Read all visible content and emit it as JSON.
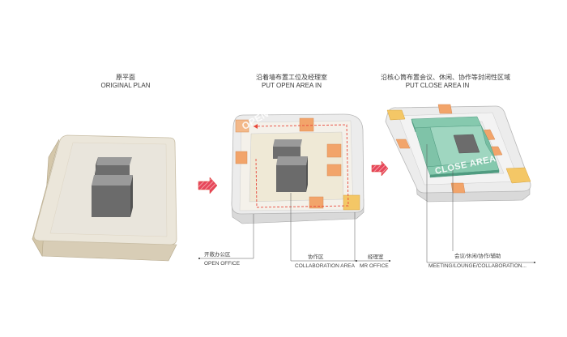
{
  "panels": [
    {
      "title_cn": "原平面",
      "title_en": "ORIGINAL PLAN"
    },
    {
      "title_cn": "沿着墙布置工位及经理室",
      "title_en": "PUT OPEN AREA IN"
    },
    {
      "title_cn": "沿核心筒布置会议、休闲、协作等封闭性区域",
      "title_en": "PUT CLOSE AREA IN"
    }
  ],
  "overlays": {
    "open_area": "OPEN AREA",
    "close_area": "CLOSE AREA"
  },
  "labels": {
    "open_office": {
      "cn": "开敞办公区",
      "en": "OPEN OFFICE"
    },
    "collaboration": {
      "cn": "协作区",
      "en": "COLLABORATION AREA"
    },
    "mr_office": {
      "cn": "经理室",
      "en": "MR OFFICE"
    },
    "meeting": {
      "cn": "会议/休闲/协作/辅助",
      "en": "MEETING/LOUNGE/COLLABORATION..."
    }
  },
  "colors": {
    "slab": "#e9e4d8",
    "slab_edge": "#c9bfa8",
    "core": "#7c7c7c",
    "open_area": "#f2a46a",
    "mr_office": "#f4c766",
    "close_area": "#7fc3a8",
    "arrow": "#d9352a",
    "path": "#e8473a"
  }
}
